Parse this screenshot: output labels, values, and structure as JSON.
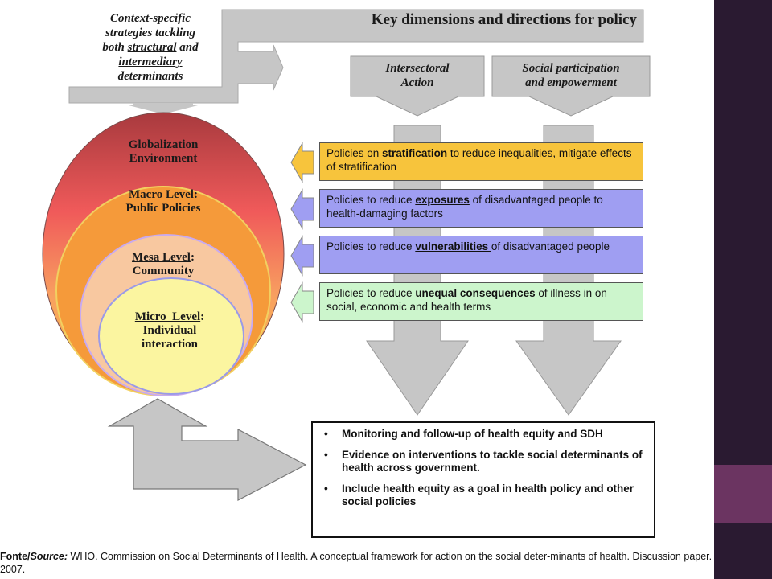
{
  "diagram": {
    "title": "Key dimensions and directions for policy",
    "context": {
      "line1": "Context-specific",
      "line2": "strategies tackling",
      "line3_pre": "both ",
      "line3_kw": "structural",
      "line3_post": " and",
      "line4_kw": "intermediary",
      "line5": "determinants"
    },
    "columns": [
      {
        "line1": "Intersectoral",
        "line2": "Action"
      },
      {
        "line1": "Social participation",
        "line2": "and empowerment"
      }
    ],
    "levels": [
      {
        "line1": "Globalization",
        "line2": "Environment"
      },
      {
        "kw": "Macro Level",
        "suffix": ":",
        "line2": "Public Policies"
      },
      {
        "kw": "Mesa Level",
        "suffix": ":",
        "line2": "Community"
      },
      {
        "kw": "Micro  Level",
        "suffix": ":",
        "line2": "Individual",
        "line3": "interaction"
      }
    ],
    "policies": [
      {
        "pre": "Policies on ",
        "kw": "stratification",
        "post": " to reduce inequalities, mitigate effects of stratification",
        "color": "#f7c43c"
      },
      {
        "pre": "Policies to reduce ",
        "kw": "exposures",
        "post": " of disadvantaged people to health-damaging factors",
        "color": "#9f9ef2"
      },
      {
        "pre": "Policies to reduce ",
        "kw": "vulnerabilities ",
        "post": "of disadvantaged people",
        "color": "#9f9ef2"
      },
      {
        "pre": "Policies to reduce ",
        "kw": "unequal consequences",
        "post": " of illness in on social, economic and health terms",
        "color": "#ccf5cc"
      }
    ],
    "outcomes": [
      "Monitoring and follow-up of health equity and SDH",
      "Evidence on interventions to tackle social determinants of health across government.",
      "Include health equity as a goal in health policy and other social policies"
    ],
    "bullet_symbol": "•"
  },
  "source": {
    "label": "Fonte/",
    "label_italic": "Source:",
    "text": " WHO. Commission on Social Determinants of Health. A conceptual framework for action on the social deter-minants of health. Discussion paper. 2007."
  },
  "colors": {
    "sidebar": "#2a1a31",
    "sidebar_accent": "#6b3461",
    "arrow_gray": "#c6c6c6"
  }
}
